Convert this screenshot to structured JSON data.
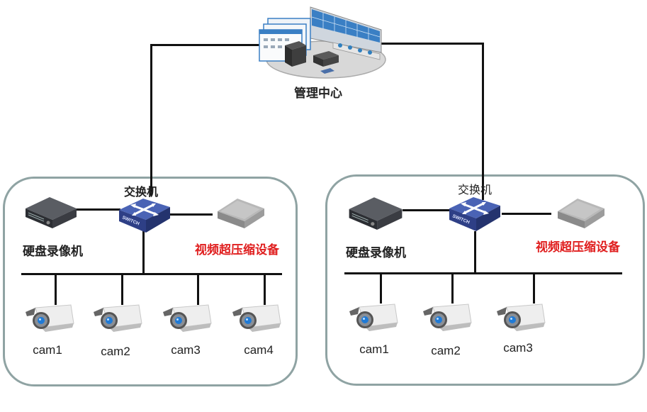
{
  "management_center": {
    "label": "管理中心",
    "icon": "control-room-icon"
  },
  "sites": [
    {
      "id": "left",
      "switch_label": "交换机",
      "switch_text": "SWITCH",
      "nvr_label": "硬盘录像机",
      "compressor_label": "视频超压缩设备",
      "cameras": [
        "cam1",
        "cam2",
        "cam3",
        "cam4"
      ]
    },
    {
      "id": "right",
      "switch_label": "交换机",
      "switch_text": "SWITCH",
      "nvr_label": "硬盘录像机",
      "compressor_label": "视频超压缩设备",
      "cameras": [
        "cam1",
        "cam2",
        "cam3"
      ]
    }
  ],
  "colors": {
    "box_border": "#8fa3a3",
    "wire": "#111111",
    "highlight_label": "#e02020",
    "switch_blue": "#3b4f9c"
  }
}
